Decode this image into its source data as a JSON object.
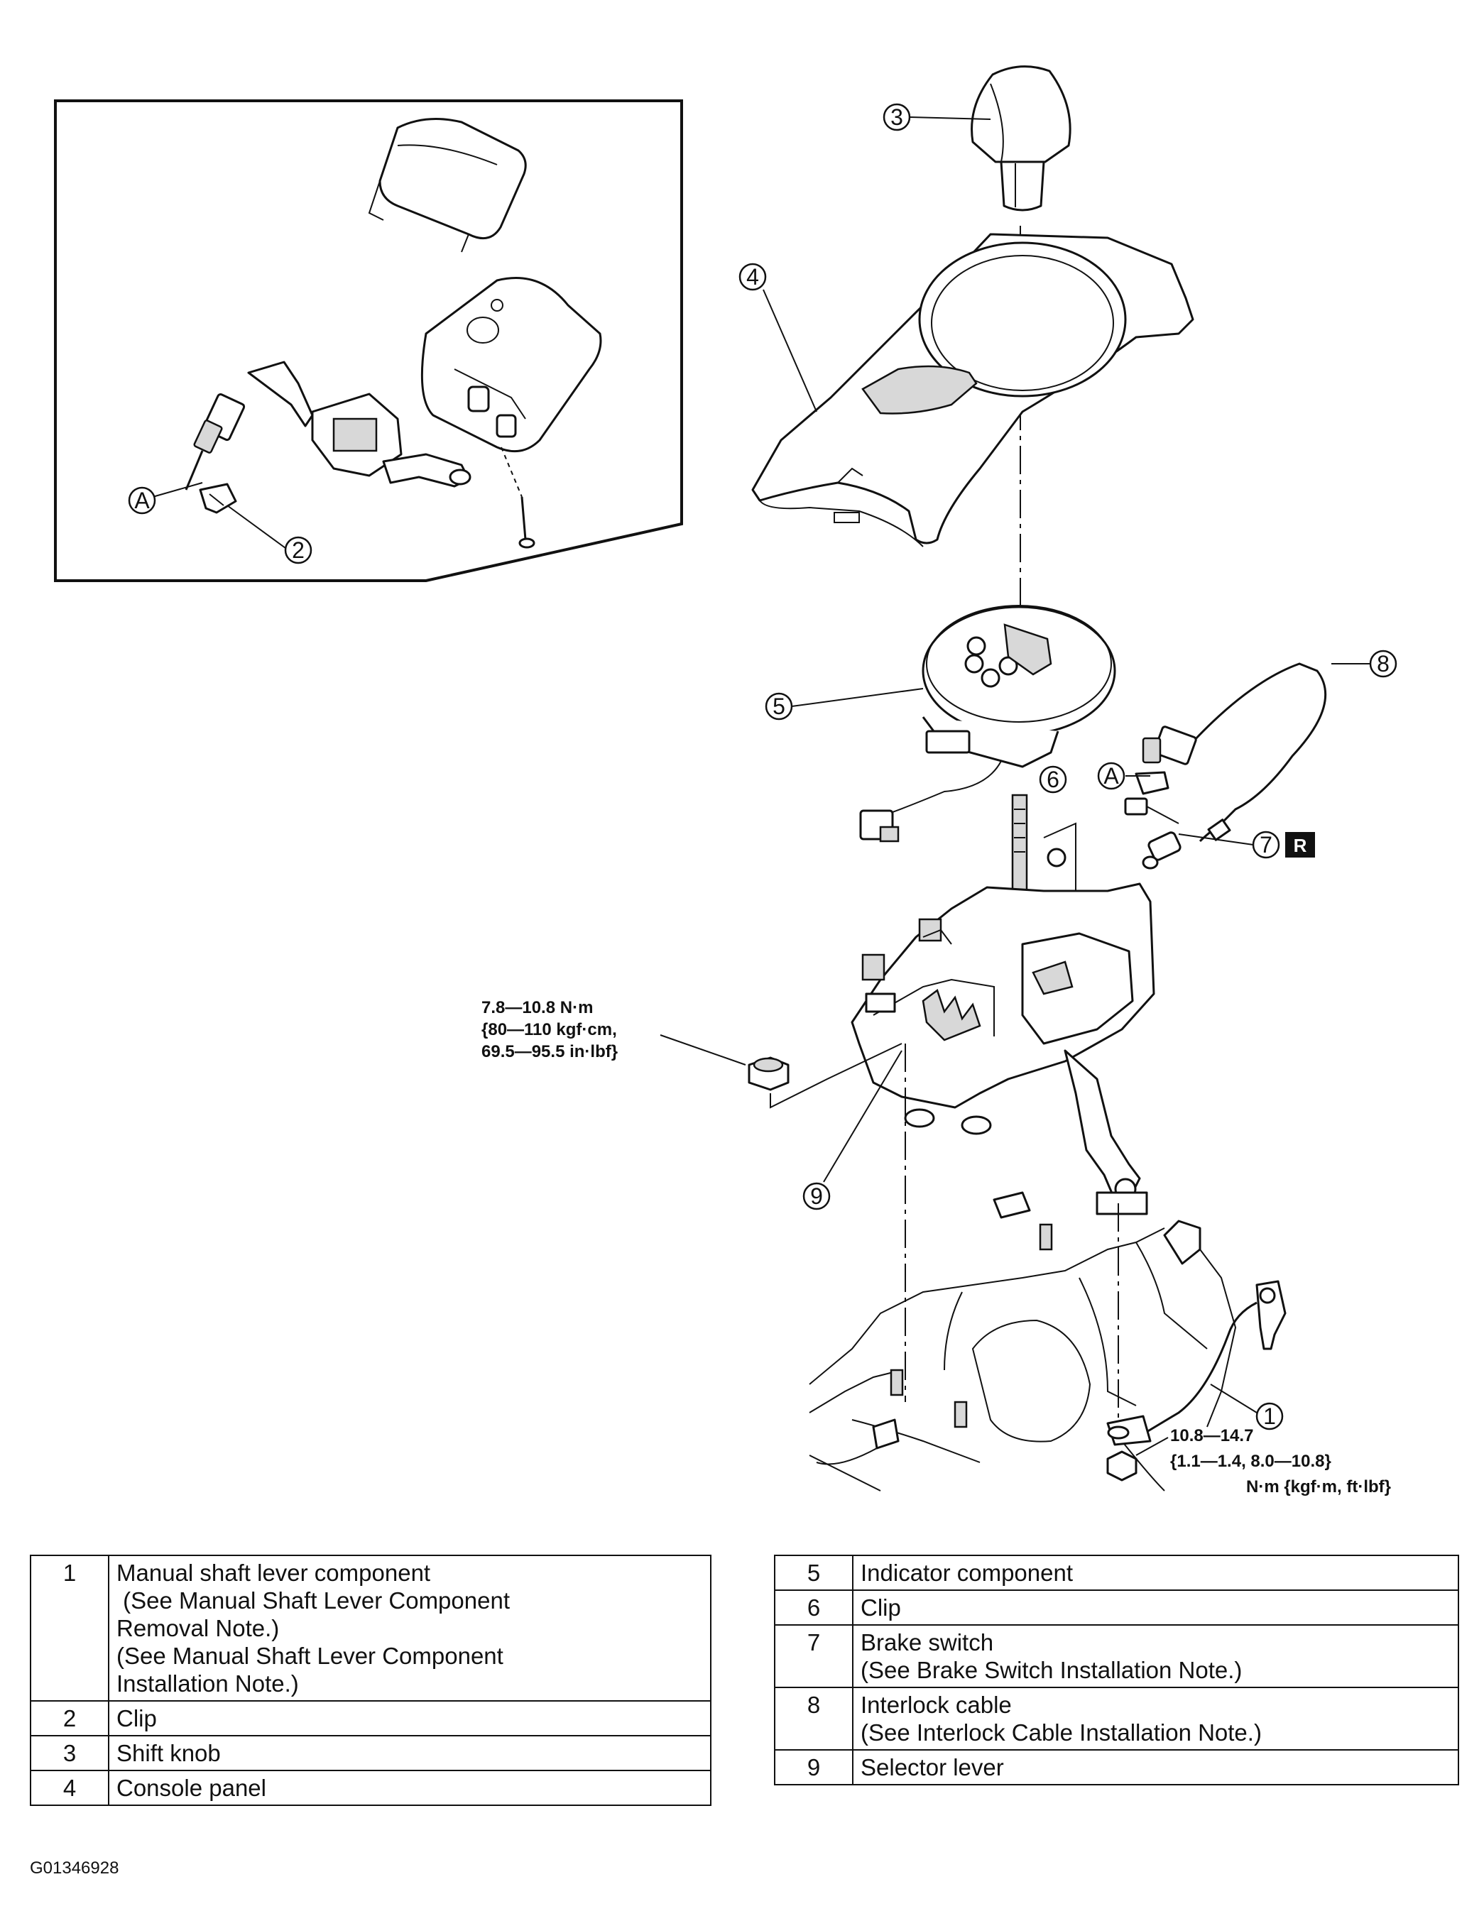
{
  "callouts": {
    "c1": "1",
    "c2": "2",
    "c3": "3",
    "c4": "4",
    "c5": "5",
    "c6": "6",
    "c7": "7",
    "c8": "8",
    "c9": "9",
    "cA1": "A",
    "cA2": "A",
    "badge_r": "R"
  },
  "torque_notes": {
    "selector_bolt": [
      "7.8—10.8 N·m",
      "{80—110 kgf·cm,",
      "69.5—95.5 in·lbf}"
    ],
    "lever_nut": [
      "10.8—14.7",
      "{1.1—1.4, 8.0—10.8}",
      "N·m {kgf·m, ft·lbf}"
    ]
  },
  "parts_table_left": [
    {
      "num": "1",
      "lines": [
        "Manual shaft lever component",
        " (See Manual Shaft Lever Component",
        "Removal Note.)",
        "(See Manual Shaft Lever Component",
        "Installation Note.)"
      ]
    },
    {
      "num": "2",
      "lines": [
        "Clip"
      ]
    },
    {
      "num": "3",
      "lines": [
        "Shift knob"
      ]
    },
    {
      "num": "4",
      "lines": [
        "Console panel"
      ]
    }
  ],
  "parts_table_right": [
    {
      "num": "5",
      "lines": [
        "Indicator component"
      ]
    },
    {
      "num": "6",
      "lines": [
        "Clip"
      ]
    },
    {
      "num": "7",
      "lines": [
        "Brake switch",
        "(See Brake Switch Installation Note.)"
      ]
    },
    {
      "num": "8",
      "lines": [
        "Interlock cable",
        "(See Interlock Cable Installation Note.)"
      ]
    },
    {
      "num": "9",
      "lines": [
        "Selector lever"
      ]
    }
  ],
  "figure_id": "G01346928"
}
